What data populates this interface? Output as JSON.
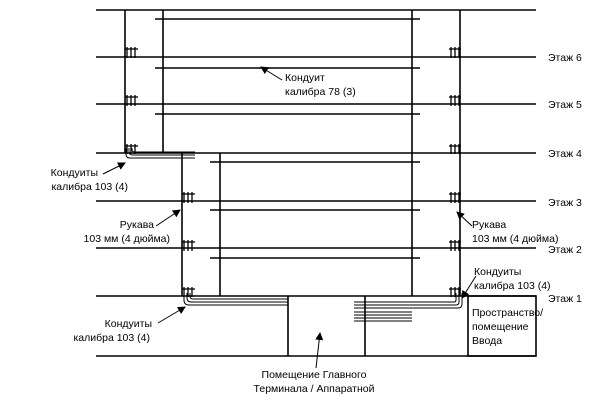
{
  "floors": [
    "Этаж 6",
    "Этаж 5",
    "Этаж 4",
    "Этаж 3",
    "Этаж 2",
    "Этаж 1"
  ],
  "labels": {
    "conduit_78": [
      "Кондуит",
      "калибра 78 (3)"
    ],
    "conduits_103_floor4": [
      "Кондуиты",
      "калибра 103 (4)"
    ],
    "sleeves_left": [
      "Рукава",
      "103 мм (4 дюйма)"
    ],
    "sleeves_right": [
      "Рукава",
      "103 мм (4 дюйма)"
    ],
    "conduits_103_right": [
      "Кондуиты",
      "калибра 103 (4)"
    ],
    "conduits_103_bottom": [
      "Кондуиты",
      "калибра  103 (4)"
    ],
    "entrance_room": [
      "Пространство/",
      "помещение",
      "Ввода"
    ],
    "main_terminal": [
      "Помещение Главного",
      "Терминала / Аппаратной"
    ]
  }
}
